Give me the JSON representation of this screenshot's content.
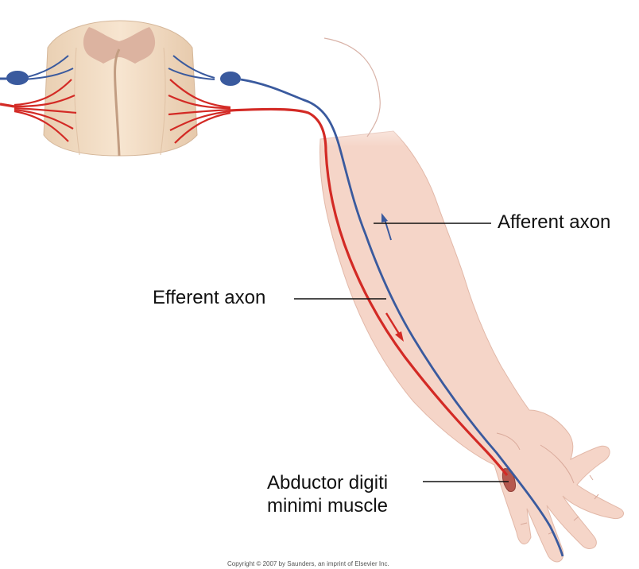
{
  "labels": {
    "afferent": "Afferent axon",
    "efferent": "Efferent axon",
    "muscle_line1": "Abductor digiti",
    "muscle_line2": "minimi muscle"
  },
  "copyright": "Copyright © 2007 by Saunders, an imprint of Elsevier Inc.",
  "colors": {
    "afferent_nerve": "#3a5a9e",
    "efferent_nerve": "#d32a25",
    "skin": "#f5d5c8",
    "spinal_white_matter": "#f2dcc3",
    "spinal_gray_matter": "#dcb3a0",
    "muscle": "#b5584e"
  }
}
